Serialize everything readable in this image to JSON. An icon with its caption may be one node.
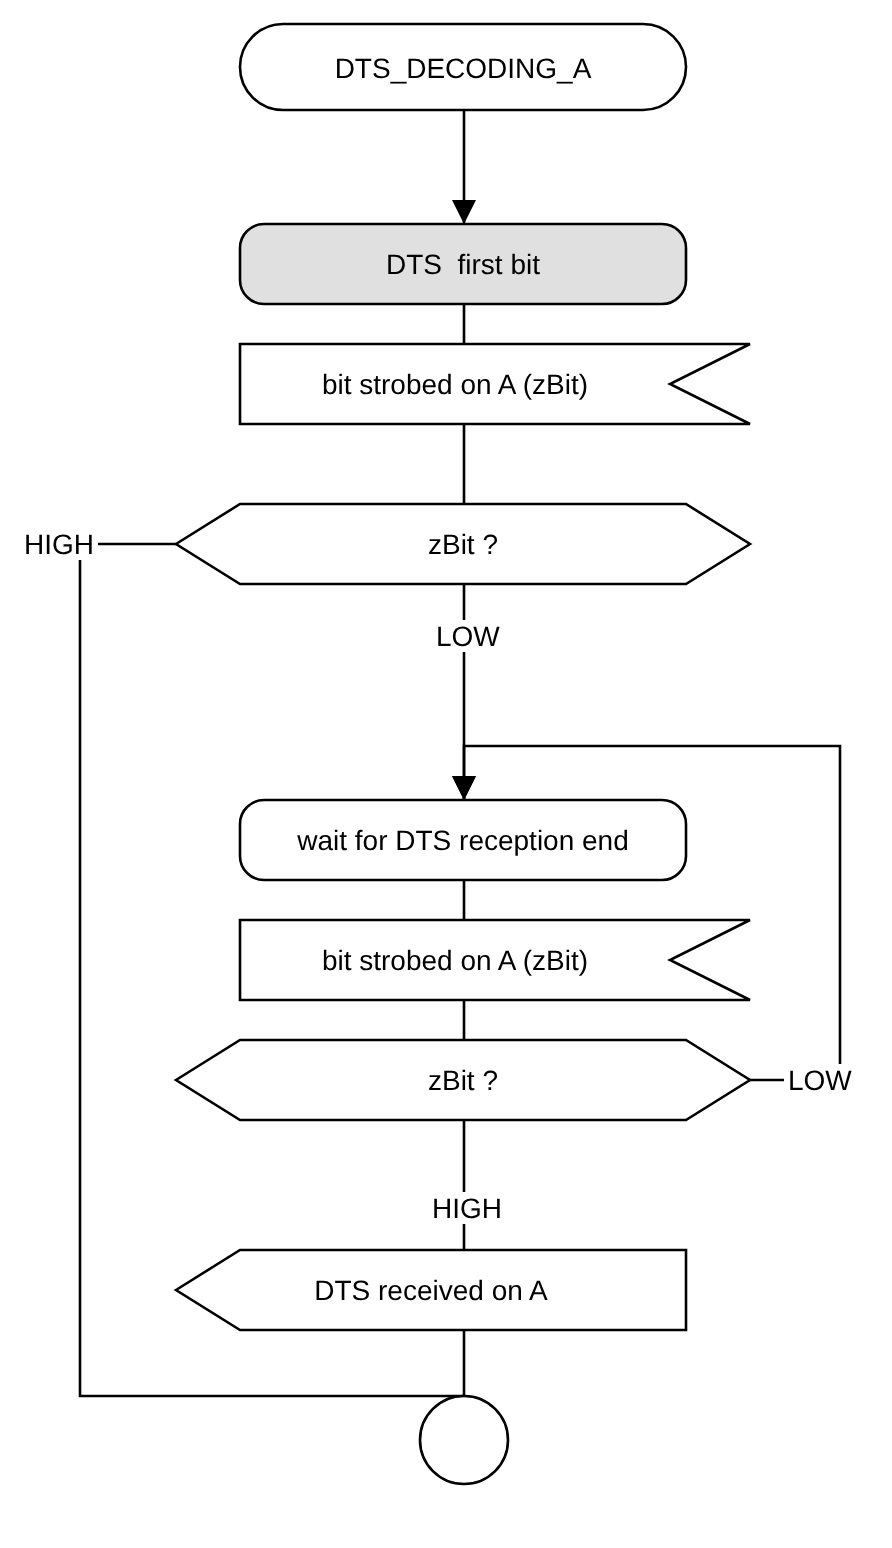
{
  "diagram": {
    "nodes": [
      {
        "text": [
          "DTS_DECODING_A"
        ]
      },
      {
        "text": [
          "DTS  first bit"
        ]
      },
      {
        "text": [
          "bit strobed on A (zBit)"
        ]
      },
      {
        "text": [
          "zBit ?"
        ]
      },
      {
        "text": [
          "wait for DTS reception end"
        ]
      },
      {
        "text": [
          "bit strobed on A (zBit)"
        ]
      },
      {
        "text": [
          "zBit ?"
        ]
      },
      {
        "text": [
          "DTS received on A"
        ]
      },
      {
        "text": [],
        "shape": "circle"
      }
    ],
    "edges": [
      {
        "from": 0,
        "to": 1,
        "arrow": "to"
      },
      {
        "from": 1,
        "to": 2,
        "arrow": "none"
      },
      {
        "from": 2,
        "to": 3,
        "arrow": "none"
      },
      {
        "from": 3,
        "to": 4,
        "arrow": "to",
        "label": "LOW"
      },
      {
        "from": 3,
        "to": 8,
        "arrow": "none",
        "label": "HIGH"
      },
      {
        "from": 4,
        "to": 5,
        "arrow": "none"
      },
      {
        "from": 5,
        "to": 6,
        "arrow": "none"
      },
      {
        "from": 6,
        "to": 4,
        "arrow": "to",
        "label": "LOW"
      },
      {
        "from": 6,
        "to": 7,
        "arrow": "none",
        "label": "HIGH"
      },
      {
        "from": 7,
        "to": 8,
        "arrow": "none"
      }
    ]
  }
}
